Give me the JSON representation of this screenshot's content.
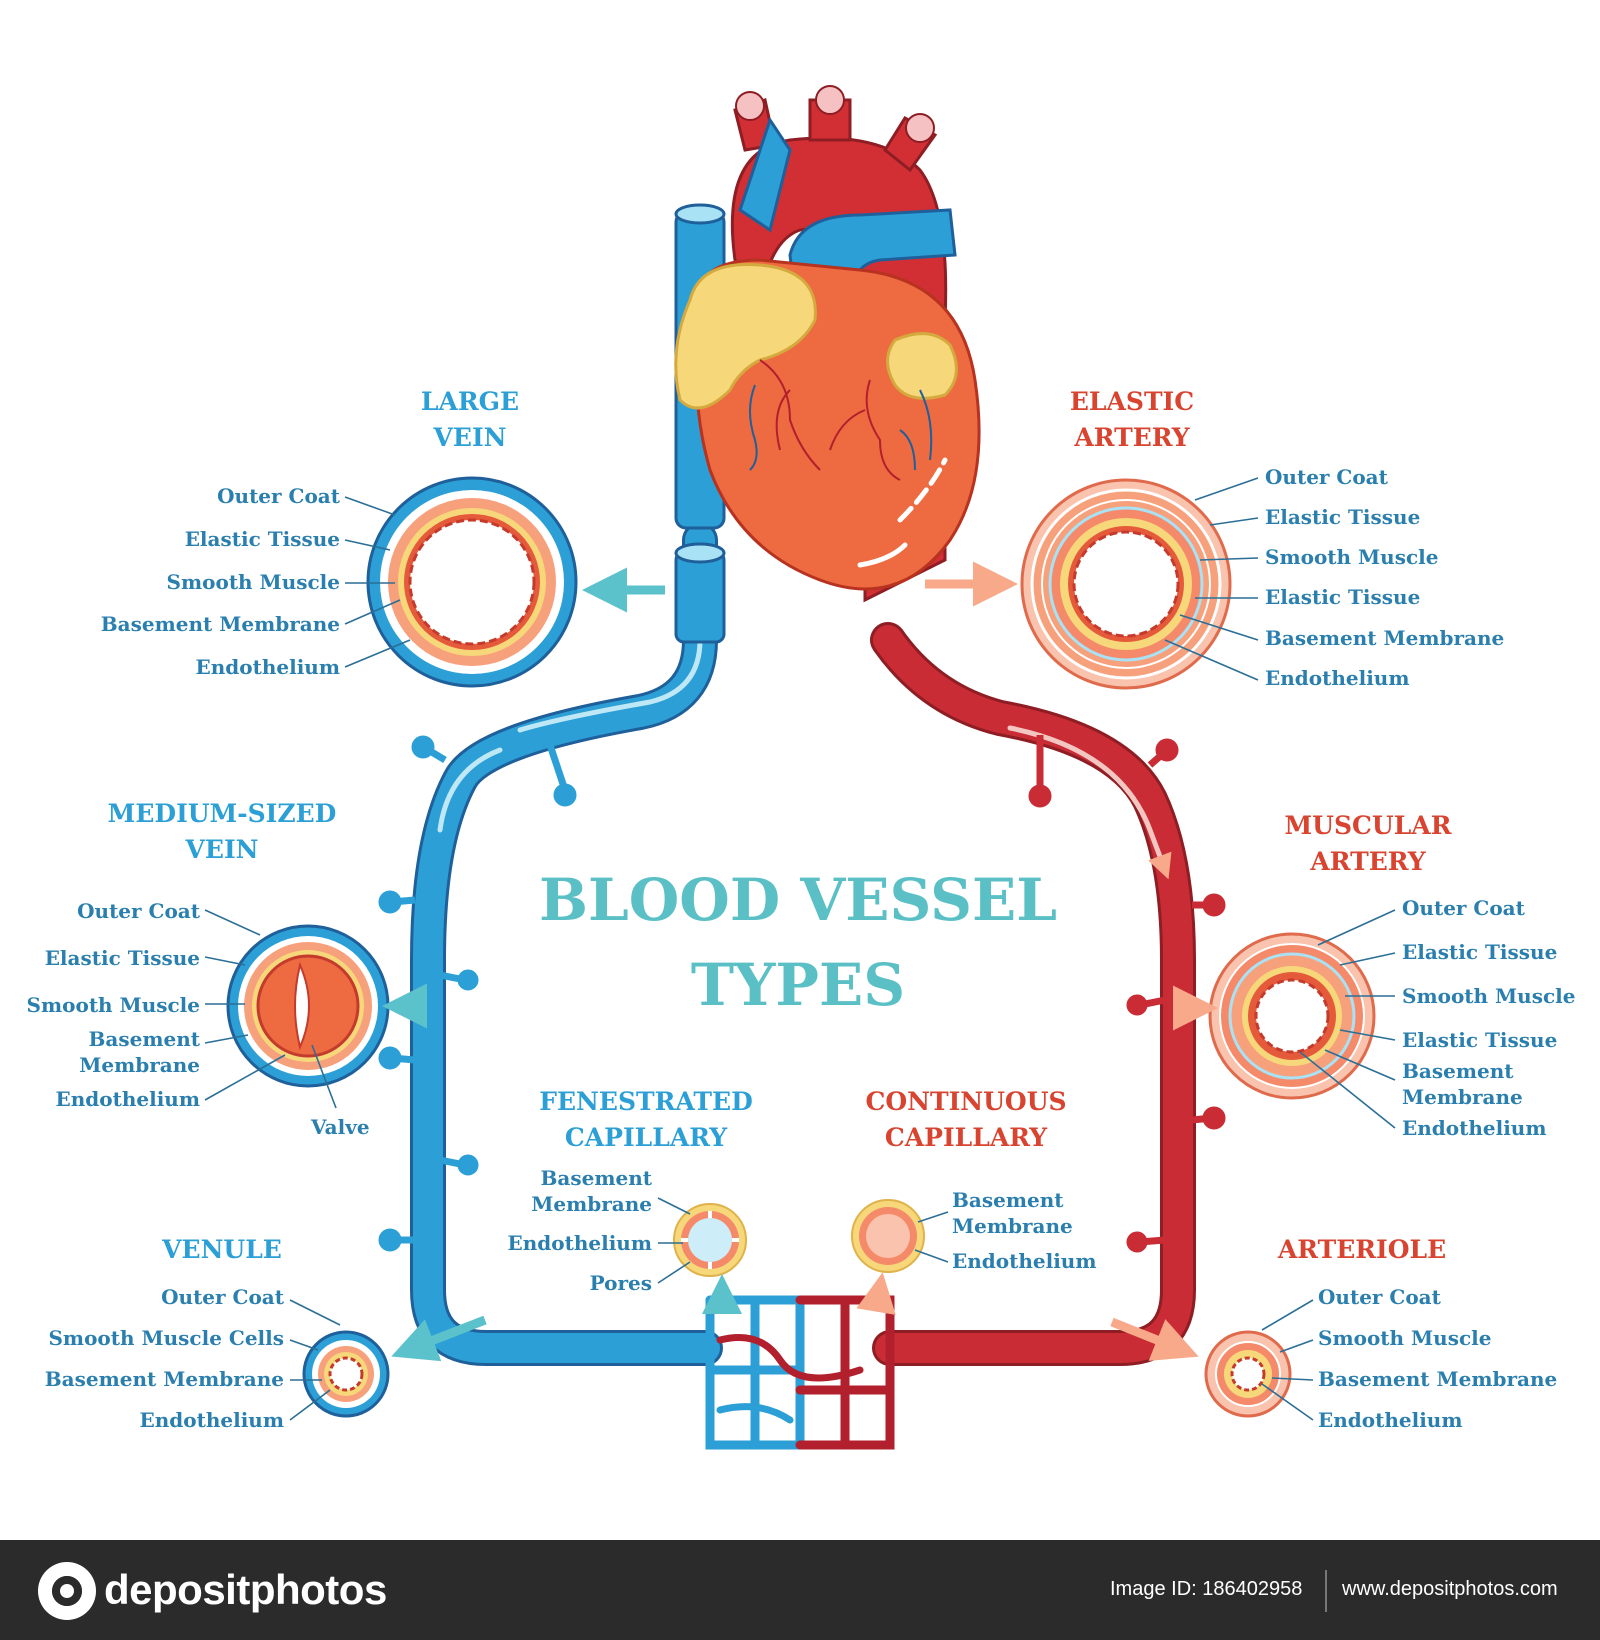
{
  "title_line1": "BLOOD VESSEL",
  "title_line2": "TYPES",
  "colors": {
    "vein": "#2b9fd6",
    "artery": "#c92c35",
    "label": "#2b7fae",
    "title": "#5bc0c6",
    "heart": "#ee6a40",
    "fat": "#f6d77a"
  },
  "large_vein": {
    "heading": [
      "LARGE",
      "VEIN"
    ],
    "labels": [
      "Outer Coat",
      "Elastic Tissue",
      "Smooth Muscle",
      "Basement Membrane",
      "Endothelium"
    ]
  },
  "medium_vein": {
    "heading": [
      "MEDIUM-SIZED",
      "VEIN"
    ],
    "labels": [
      "Outer Coat",
      "Elastic Tissue",
      "Smooth Muscle",
      "Basement",
      "Membrane",
      "Endothelium"
    ],
    "valve": "Valve"
  },
  "venule": {
    "heading": "VENULE",
    "labels": [
      "Outer Coat",
      "Smooth Muscle Cells",
      "Basement Membrane",
      "Endothelium"
    ]
  },
  "elastic_artery": {
    "heading": [
      "ELASTIC",
      "ARTERY"
    ],
    "labels": [
      "Outer Coat",
      "Elastic Tissue",
      "Smooth Muscle",
      "Elastic Tissue",
      "Basement Membrane",
      "Endothelium"
    ]
  },
  "muscular_artery": {
    "heading": [
      "MUSCULAR",
      "ARTERY"
    ],
    "labels": [
      "Outer Coat",
      "Elastic Tissue",
      "Smooth Muscle",
      "Elastic Tissue",
      "Basement",
      "Membrane",
      "Endothelium"
    ]
  },
  "arteriole": {
    "heading": "ARTERIOLE",
    "labels": [
      "Outer Coat",
      "Smooth Muscle",
      "Basement Membrane",
      "Endothelium"
    ]
  },
  "fenestrated": {
    "heading": [
      "FENESTRATED",
      "CAPILLARY"
    ],
    "labels": [
      "Basement",
      "Membrane",
      "Endothelium",
      "Pores"
    ]
  },
  "continuous": {
    "heading": [
      "CONTINUOUS",
      "CAPILLARY"
    ],
    "labels": [
      "Basement",
      "Membrane",
      "Endothelium"
    ]
  },
  "footer": {
    "logo": "depositphotos",
    "image_id": "Image ID: 186402958",
    "site": "www.depositphotos.com"
  }
}
